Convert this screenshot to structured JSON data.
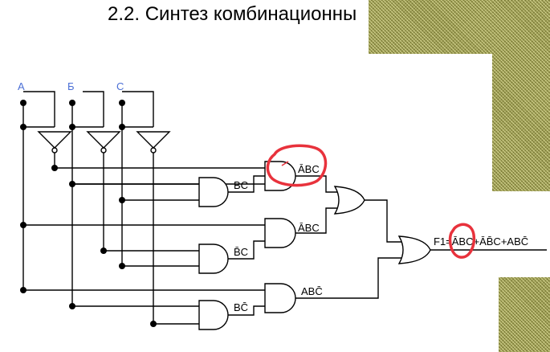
{
  "title": "2.2. Синтез комбинационны",
  "inputs": [
    "A",
    "Б",
    "C"
  ],
  "wire_labels": {
    "top_and": "ĀBC",
    "and_bc": "BC",
    "and_abc_bar": "ĀBC",
    "and_bbar_c": "B̄C",
    "and_ab_cbar": "ABC̄",
    "and_b_cbar": "BC̄"
  },
  "output_label": "F1=ĀBC+ĀB̄C+ABC̄",
  "annotation_color": "#e8323c",
  "hatch_color": "#9a9a52"
}
